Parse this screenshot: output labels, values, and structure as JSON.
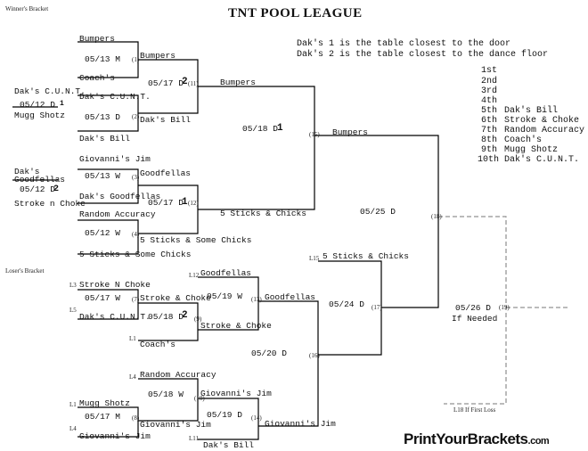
{
  "header": {
    "section_winners": "Winner's Bracket",
    "title": "TNT POOL LEAGUE",
    "section_losers": "Loser's Bracket"
  },
  "notes": {
    "line1": "Dak's 1 is the table closest to the door",
    "line2": "Dak's 2 is the table closest to the dance floor"
  },
  "standings": [
    {
      "place": "1st",
      "team": ""
    },
    {
      "place": "2nd",
      "team": ""
    },
    {
      "place": "3rd",
      "team": ""
    },
    {
      "place": "4th",
      "team": ""
    },
    {
      "place": "5th",
      "team": "Dak's Bill"
    },
    {
      "place": "6th",
      "team": "Stroke & Choke"
    },
    {
      "place": "7th",
      "team": "Random Accuracy"
    },
    {
      "place": "8th",
      "team": "Coach's"
    },
    {
      "place": "9th",
      "team": "Mugg Shotz"
    },
    {
      "place": "10th",
      "team": "Dak's C.U.N.T."
    }
  ],
  "winners": {
    "r0": {
      "game": {
        "date": "05/12 D",
        "table": "1",
        "top": "Dak's C.U.N.T.",
        "bottom": "Mugg Shotz"
      },
      "game2": {
        "date": "05/12 D",
        "table": "2",
        "top": "Dak's Goodfellas",
        "bottom": "Stroke n Choke"
      }
    },
    "r1": [
      {
        "date": "05/13 M",
        "top": "Bumpers",
        "bottom": "Coach's",
        "num": "(1)"
      },
      {
        "date": "05/13 D",
        "top": "Dak's C.U.N.T.",
        "bottom": "Dak's Bill",
        "num": "(2)"
      },
      {
        "date": "05/13 W",
        "top": "Giovanni's Jim",
        "bottom": "Dak's Goodfellas",
        "num": "(3)"
      },
      {
        "date": "05/12 W",
        "top": "Random Accuracy",
        "bottom": "5 Sticks & Some Chicks",
        "num": "(4)"
      }
    ],
    "r2": [
      {
        "date": "05/17 D",
        "table": "2",
        "top": "Bumpers",
        "bottom": "Dak's Bill",
        "num": "(11)"
      },
      {
        "date": "05/17 D",
        "table": "1",
        "top": "Goodfellas",
        "bottom": "5 Sticks & Some Chicks",
        "num": "(12)"
      }
    ],
    "r3": {
      "date": "05/18 D",
      "table": "1",
      "top": "Bumpers",
      "bottom": "5 Sticks & Chicks",
      "num": "(15)"
    },
    "final": {
      "date": "05/25 D",
      "top": "Bumpers",
      "num": "(18)"
    },
    "grand": {
      "date": "05/26 D",
      "label": "If Needed",
      "num": "(19)"
    },
    "first_loss": "L18 If First Loss"
  },
  "losers": {
    "r1": [
      {
        "date": "05/17 W",
        "top": "Stroke N Choke",
        "bottom": "Dak's C.U.N.T.",
        "numTop": "L3",
        "numBot": "L5",
        "num": "(7)"
      },
      {
        "date": "05/17 M",
        "top": "Mugg Shotz",
        "bottom": "Giovanni's Jim",
        "numTop": "L1",
        "numBot": "L4",
        "num": "(8)"
      }
    ],
    "r2": [
      {
        "date": "05/18 D",
        "table": "2",
        "top": "Stroke & Choke",
        "bottom": "Coach's",
        "numBot": "L1",
        "num": "(9)"
      },
      {
        "date": "05/18 W",
        "top": "Random Accuracy",
        "bottom": "Giovanni's Jim",
        "numTop": "L4",
        "num": "(10)"
      }
    ],
    "r3": [
      {
        "date": "05/19 W",
        "top": "Goodfellas",
        "bottom": "Stroke & Choke",
        "numTop": "L12",
        "num": "(13)"
      },
      {
        "date": "05/19 D",
        "top": "Giovanni's Jim",
        "bottom": "Dak's Bill",
        "numBot": "L11",
        "num": "(14)"
      }
    ],
    "r4": {
      "date": "05/20 D",
      "top": "Goodfellas",
      "bottom": "Giovanni's Jim",
      "num": "(16)"
    },
    "r5": {
      "date": "05/24 D",
      "top": "5 Sticks & Chicks",
      "topNum": "L15",
      "num": "(17)"
    }
  },
  "footer": {
    "brand": "PrintYourBrackets",
    ".com": ".com",
    "brand_suffix": ".com"
  }
}
